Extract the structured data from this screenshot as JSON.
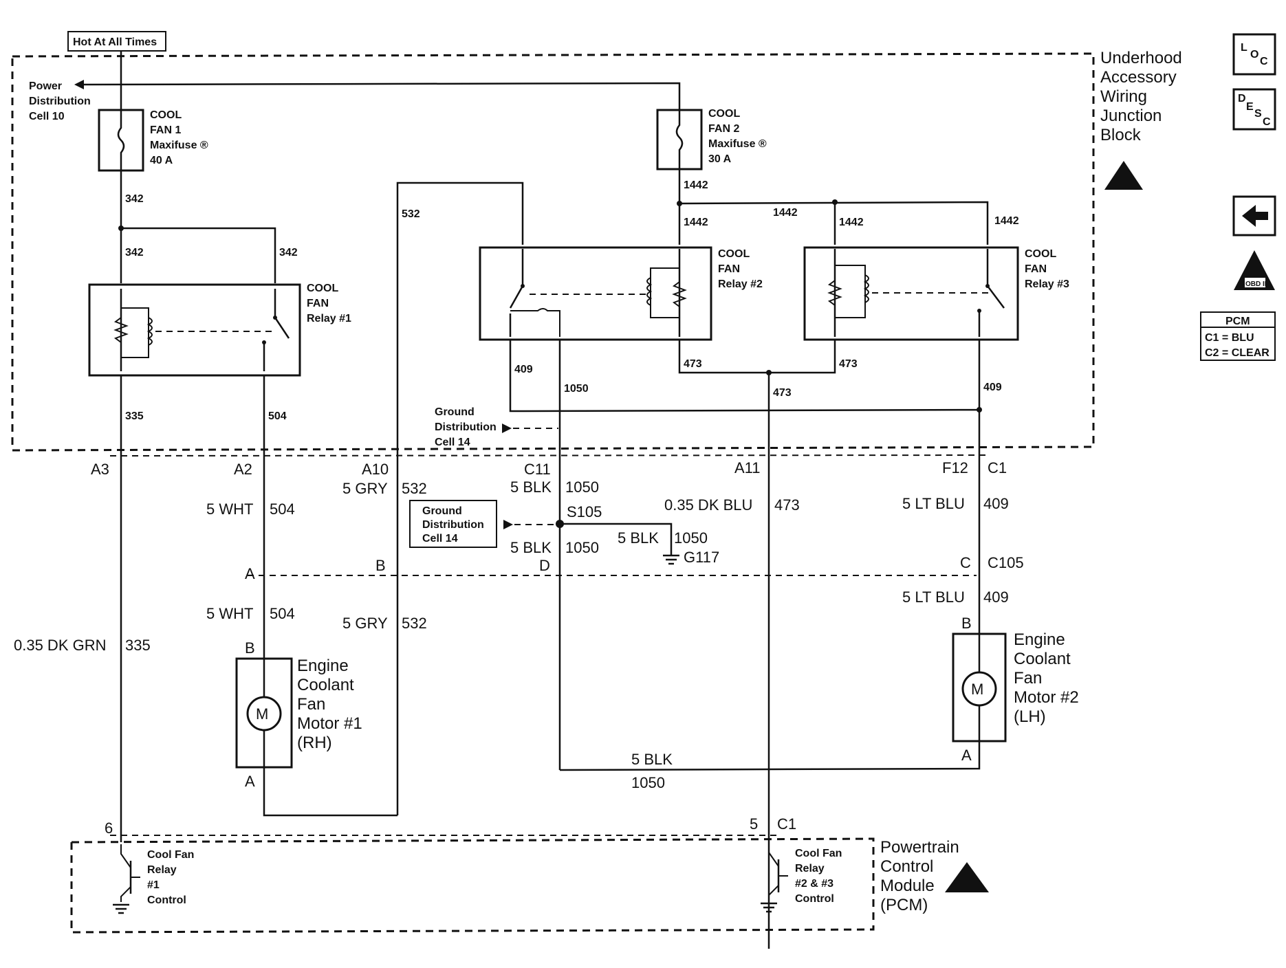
{
  "top_label": "Hot At All Times",
  "power_dist": [
    "Power",
    "Distribution",
    "Cell 10"
  ],
  "junction_block": [
    "Underhood",
    "Accessory",
    "Wiring",
    "Junction",
    "Block"
  ],
  "side_icons": {
    "loc": [
      "L",
      "O",
      "C"
    ],
    "desc": [
      "D",
      "E",
      "S",
      "C"
    ],
    "obd": "OBD II",
    "pcm_title": "PCM",
    "pcm_c1": "C1 = BLU",
    "pcm_c2": "C2 = CLEAR"
  },
  "fuse1": [
    "COOL",
    "FAN 1",
    "Maxifuse ®",
    "40 A"
  ],
  "fuse2": [
    "COOL",
    "FAN 2",
    "Maxifuse ®",
    "30 A"
  ],
  "relay1": [
    "COOL",
    "FAN",
    "Relay #1"
  ],
  "relay2": [
    "COOL",
    "FAN",
    "Relay #2"
  ],
  "relay3": [
    "COOL",
    "FAN",
    "Relay #3"
  ],
  "circuits": {
    "c342": "342",
    "c532": "532",
    "c1442": "1442",
    "c335": "335",
    "c504": "504",
    "c409": "409",
    "c1050": "1050",
    "c473": "473"
  },
  "ground_dist": [
    "Ground",
    "Distribution",
    "Cell 14"
  ],
  "connectors": {
    "a3": "A3",
    "a2": "A2",
    "a10": "A10",
    "c11": "C11",
    "a11": "A11",
    "f12": "F12",
    "c1": "C1",
    "s105": "S105",
    "g117": "G117",
    "a": "A",
    "b": "B",
    "c": "C",
    "d": "D",
    "c105": "C105",
    "six": "6",
    "five": "5"
  },
  "wires": {
    "w504": "5 WHT",
    "w532": "5 GRY",
    "w1050": "5 BLK",
    "w473": "0.35 DK BLU",
    "w409": "5 LT BLU",
    "w335": "0.35 DK GRN"
  },
  "motor1": [
    "Engine",
    "Coolant",
    "Fan",
    "Motor #1",
    "(RH)"
  ],
  "motor2": [
    "Engine",
    "Coolant",
    "Fan",
    "Motor #2",
    "(LH)"
  ],
  "motor_symbol": "M",
  "pcm_ctrl1": [
    "Cool Fan",
    "Relay",
    "#1",
    "Control"
  ],
  "pcm_ctrl2": [
    "Cool Fan",
    "Relay",
    "#2 & #3",
    "Control"
  ],
  "pcm_label": [
    "Powertrain",
    "Control",
    "Module",
    "(PCM)"
  ]
}
